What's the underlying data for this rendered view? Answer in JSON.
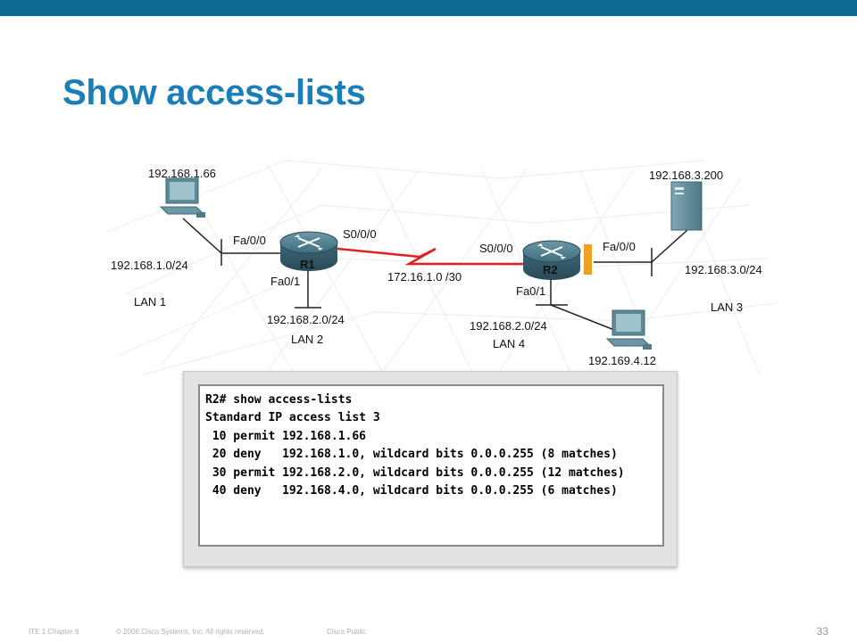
{
  "slide": {
    "title": "Show access-lists",
    "colors": {
      "brand_bar": "#0e6a94",
      "title": "#1a7fb8",
      "serial_link": "#e02020",
      "acl_marker": "#f0a020"
    }
  },
  "diagram": {
    "hosts": [
      {
        "id": "pc1",
        "icon": "pc-icon",
        "label": "192.168.1.66"
      },
      {
        "id": "server3",
        "icon": "server-icon",
        "label": "192.168.3.200"
      },
      {
        "id": "pc4",
        "icon": "pc-icon",
        "label": "192.169.4.12"
      }
    ],
    "routers": [
      {
        "id": "r1",
        "icon": "router-icon",
        "label": "R1"
      },
      {
        "id": "r2",
        "icon": "router-icon",
        "label": "R2"
      }
    ],
    "interfaces": {
      "r1_fa00": "Fa/0/0",
      "r1_s000": "S0/0/0",
      "r1_fa01": "Fa0/1",
      "r2_s000": "S0/0/0",
      "r2_fa00": "Fa/0/0",
      "r2_fa01": "Fa0/1"
    },
    "networks": {
      "lan1_net": "192.168.1.0/24",
      "lan1_name": "LAN 1",
      "lan2_net": "192.168.2.0/24",
      "lan2_name": "LAN 2",
      "wan_net": "172.16.1.0 /30",
      "lan3_net": "192.168.3.0/24",
      "lan3_name": "LAN 3",
      "lan4_net": "192.168.2.0/24",
      "lan4_name": "LAN 4"
    }
  },
  "terminal": {
    "lines": [
      "R2# show access-lists",
      "Standard IP access list 3",
      " 10 permit 192.168.1.66",
      " 20 deny   192.168.1.0, wildcard bits 0.0.0.255 (8 matches)",
      " 30 permit 192.168.2.0, wildcard bits 0.0.0.255 (12 matches)",
      " 40 deny   192.168.4.0, wildcard bits 0.0.0.255 (6 matches)"
    ]
  },
  "footer": {
    "chapter": "ITE 1 Chapter 6",
    "copyright": "© 2006 Cisco Systems, Inc. All rights reserved.",
    "classification": "Cisco Public",
    "page_number": "33"
  }
}
